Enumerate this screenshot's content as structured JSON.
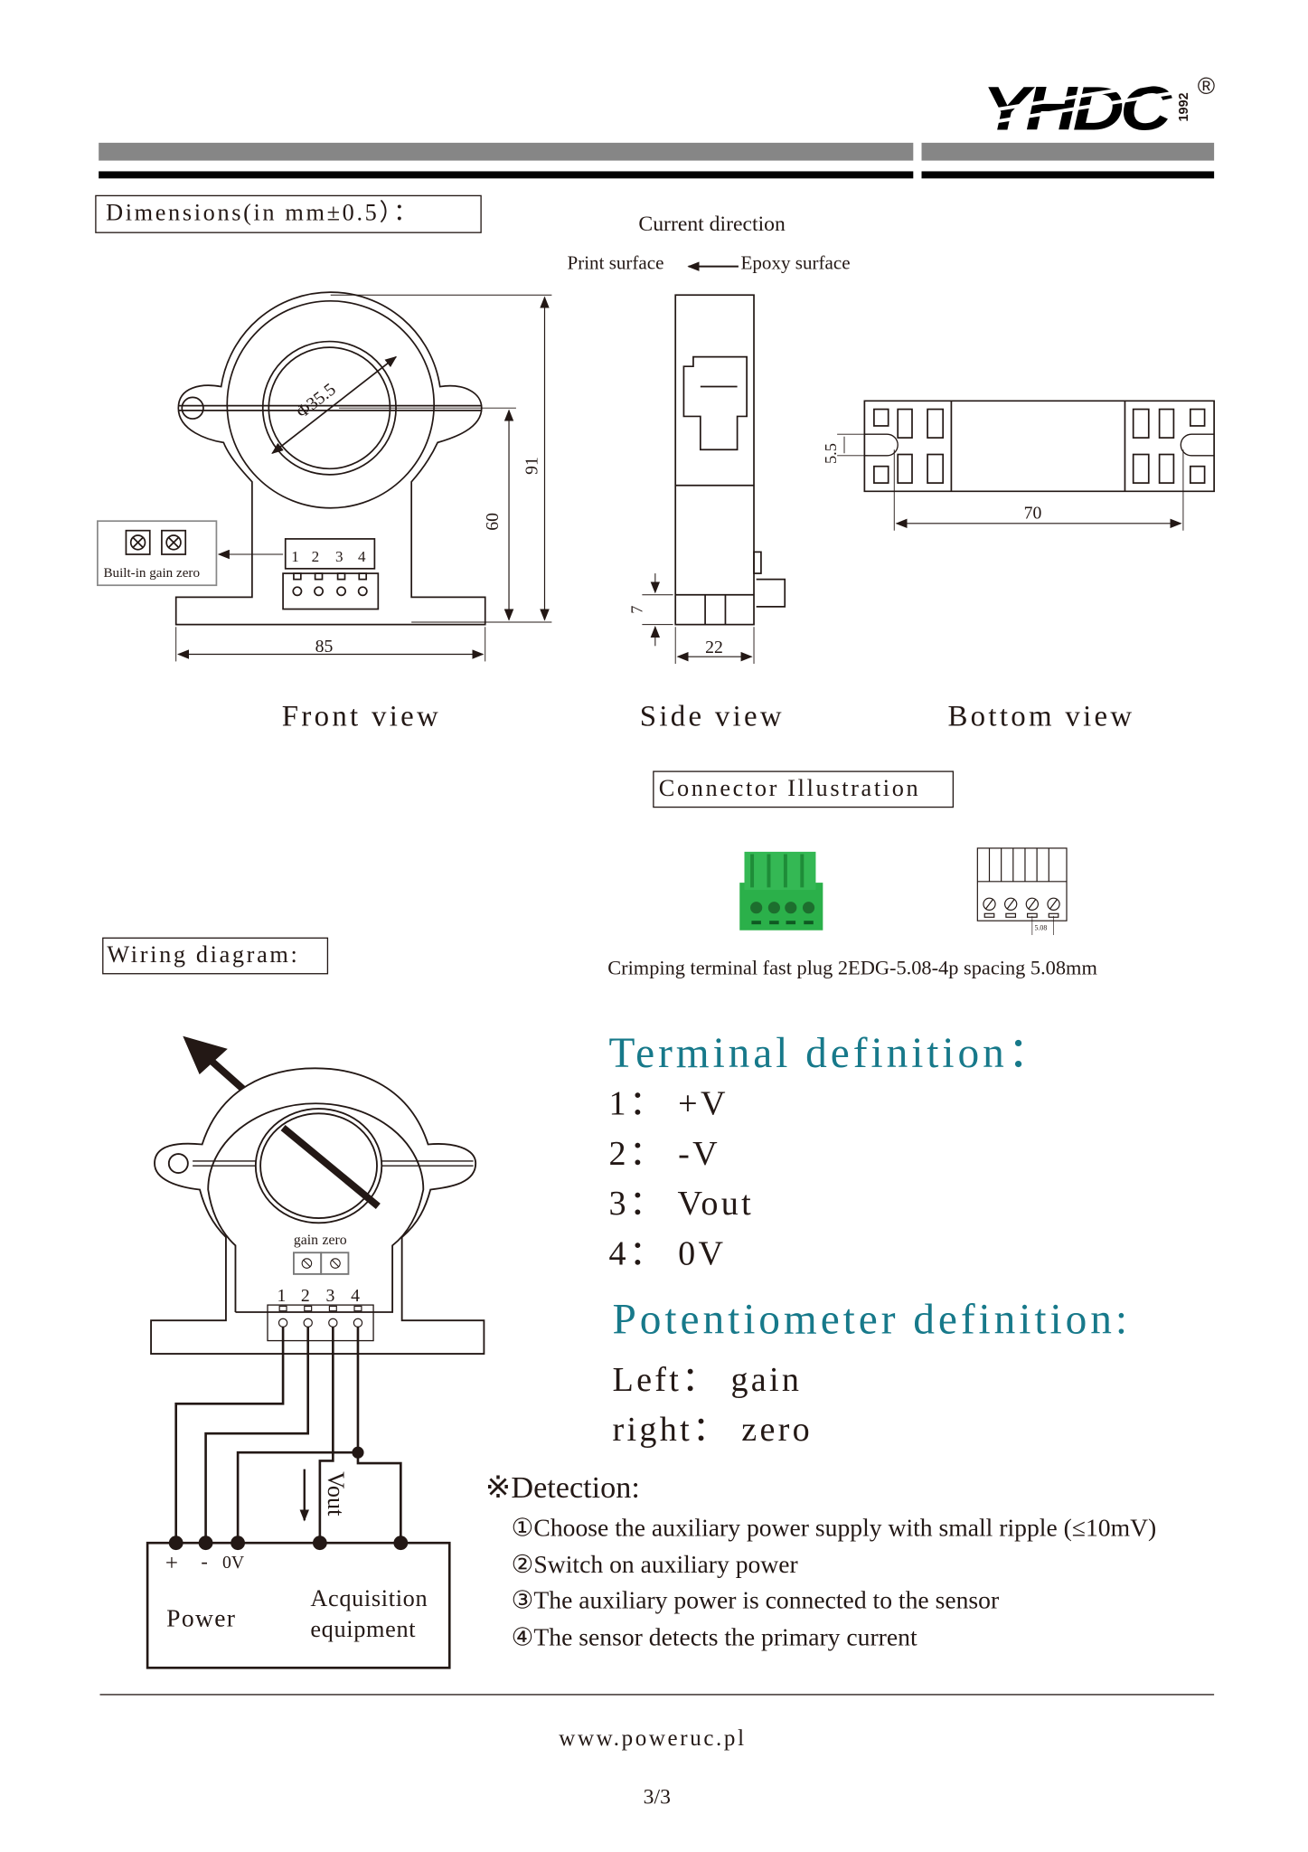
{
  "header": {
    "logo_text": "YHDC",
    "logo_year": "1992",
    "logo_mark": "®"
  },
  "dimensions": {
    "title": "Dimensions(in mm±0.5）：",
    "current_direction": "Current direction",
    "print_surface": "Print surface",
    "epoxy_surface": "Epoxy surface",
    "diameter": "Φ35.5",
    "width_85": "85",
    "height_60": "60",
    "height_91": "91",
    "side_7": "7",
    "side_22": "22",
    "bottom_70": "70",
    "bottom_5_5": "5.5",
    "terminal_numbers": [
      "1",
      "2",
      "3",
      "4"
    ],
    "builtin_label": "Built-in gain zero",
    "views": [
      "Front view",
      "Side view",
      "Bottom view"
    ]
  },
  "connector": {
    "title": "Connector Illustration",
    "spacing_label": "5.08",
    "caption": "Crimping terminal fast plug  2EDG-5.08-4p spacing 5.08mm",
    "green": "#2bb04a"
  },
  "wiring": {
    "title": "Wiring diagram:",
    "gain": "gain",
    "zero": "zero",
    "terminal_numbers": [
      "1",
      "2",
      "3",
      "4"
    ],
    "plus": "+",
    "minus": "-",
    "zero_v": "0V",
    "vout": "Vout",
    "power": "Power",
    "acquisition_1": "Acquisition",
    "acquisition_2": "equipment"
  },
  "terminal_definition": {
    "title": "Terminal definition：",
    "items": [
      "1：  +V",
      "2：  -V",
      "3：  Vout",
      "4：  0V"
    ],
    "color": "#17798a"
  },
  "potentiometer_definition": {
    "title": "Potentiometer definition:",
    "items": [
      "Left：  gain",
      "right：  zero"
    ]
  },
  "detection": {
    "title": "※Detection:",
    "steps": [
      "①Choose the auxiliary power supply with small ripple (≤10mV)",
      "②Switch on auxiliary power",
      "③The auxiliary power is connected to the sensor",
      "④The sensor detects the primary current"
    ]
  },
  "footer": {
    "url": "www.poweruc.pl",
    "page": "3/3"
  }
}
